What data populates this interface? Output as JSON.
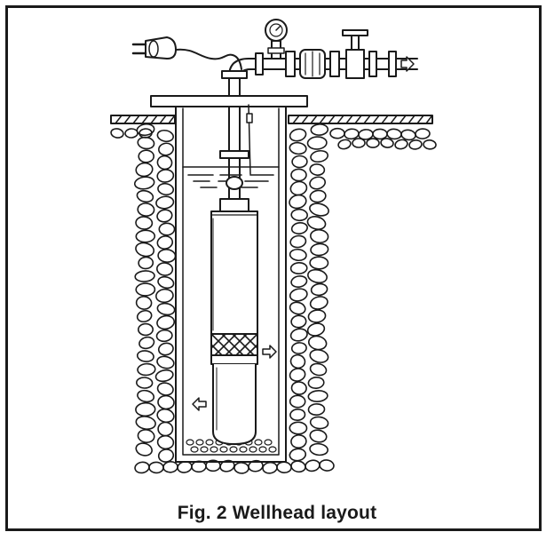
{
  "caption": "Fig. 2 Wellhead layout",
  "colors": {
    "line": "#1a1a1a",
    "background": "#ffffff"
  },
  "components": [
    "electric-plug-icon",
    "power-cable",
    "pressure-gauge-icon",
    "gate-valve-icon",
    "discharge-pipe",
    "flow-arrow-icon",
    "well-cover-plate",
    "ground-surface",
    "stone-backfill",
    "well-casing",
    "water-level",
    "submersible-pump",
    "pump-intake-screen",
    "gravel-bottom"
  ]
}
